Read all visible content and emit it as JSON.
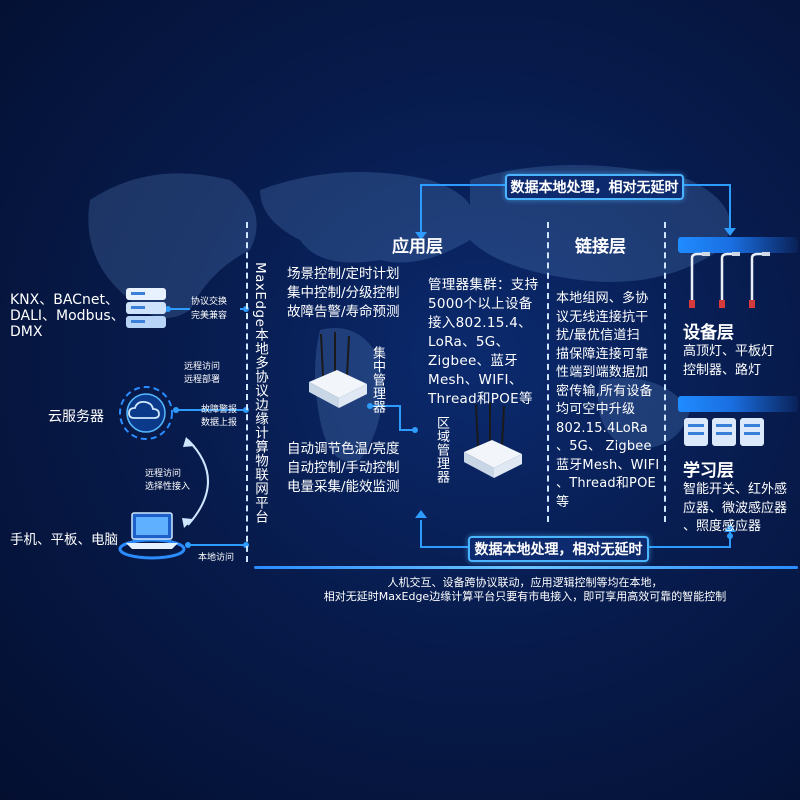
{
  "colors": {
    "accent": "#4ab4ff",
    "background": "#071b4c",
    "line": "#2e9bff"
  },
  "top_banner": "数据本地处理，相对无延时",
  "bottom_banner": "数据本地处理，相对无延时",
  "platform_title": "MaxEdge本地多协议边缘计算物联网平台",
  "protocols_text": "KNX、BACnet、\nDALI、Modbus、\nDMX",
  "server_labels": {
    "l1": "协议交换",
    "l2": "完美兼容"
  },
  "cloud_label": "云服务器",
  "cloud_side_labels": {
    "l1": "远程访问",
    "l2": "远程部署",
    "l3": "故障警报",
    "l4": "数据上报"
  },
  "device_access_labels": {
    "l1": "远程访问",
    "l2": "选择性接入"
  },
  "devices_label": "手机、平板、电脑",
  "local_access_label": "本地访问",
  "app_layer": {
    "title": "应用层",
    "block1": "场景控制/定时计划\n集中控制/分级控制\n故障告警/寿命预测",
    "block2": "自动调节色温/亮度\n自动控制/手动控制\n电量采集/能效监测",
    "cluster_text": "管理器集群：支持\n5000个以上设备\n接入802.15.4、\nLoRa、5G、\nZigbee、蓝牙\nMesh、WIFI、\nThread和POE等",
    "central_manager": "集中管理器",
    "area_manager": "区域管理器"
  },
  "link_layer": {
    "title": "链接层",
    "text": "本地组网、多协\n议无线连接抗干\n扰/最优信道扫\n描保障连接可靠\n性端到端数据加\n密传输,所有设备\n均可空中升级\n802.15.4LoRa\n、5G、 Zigbee\n蓝牙Mesh、WIFI\n、Thread和POE\n等"
  },
  "device_layer": {
    "title": "设备层",
    "text": "高顶灯、平板灯\n控制器、路灯"
  },
  "learning_layer": {
    "title": "学习层",
    "text": "智能开关、红外感\n应器、微波感应器\n、照度感应器"
  },
  "footer": {
    "line1": "人机交互、设备跨协议联动，应用逻辑控制等均在本地，",
    "line2": "相对无延时MaxEdge边缘计算平台只要有市电接入，即可享用高效可靠的智能控制"
  }
}
